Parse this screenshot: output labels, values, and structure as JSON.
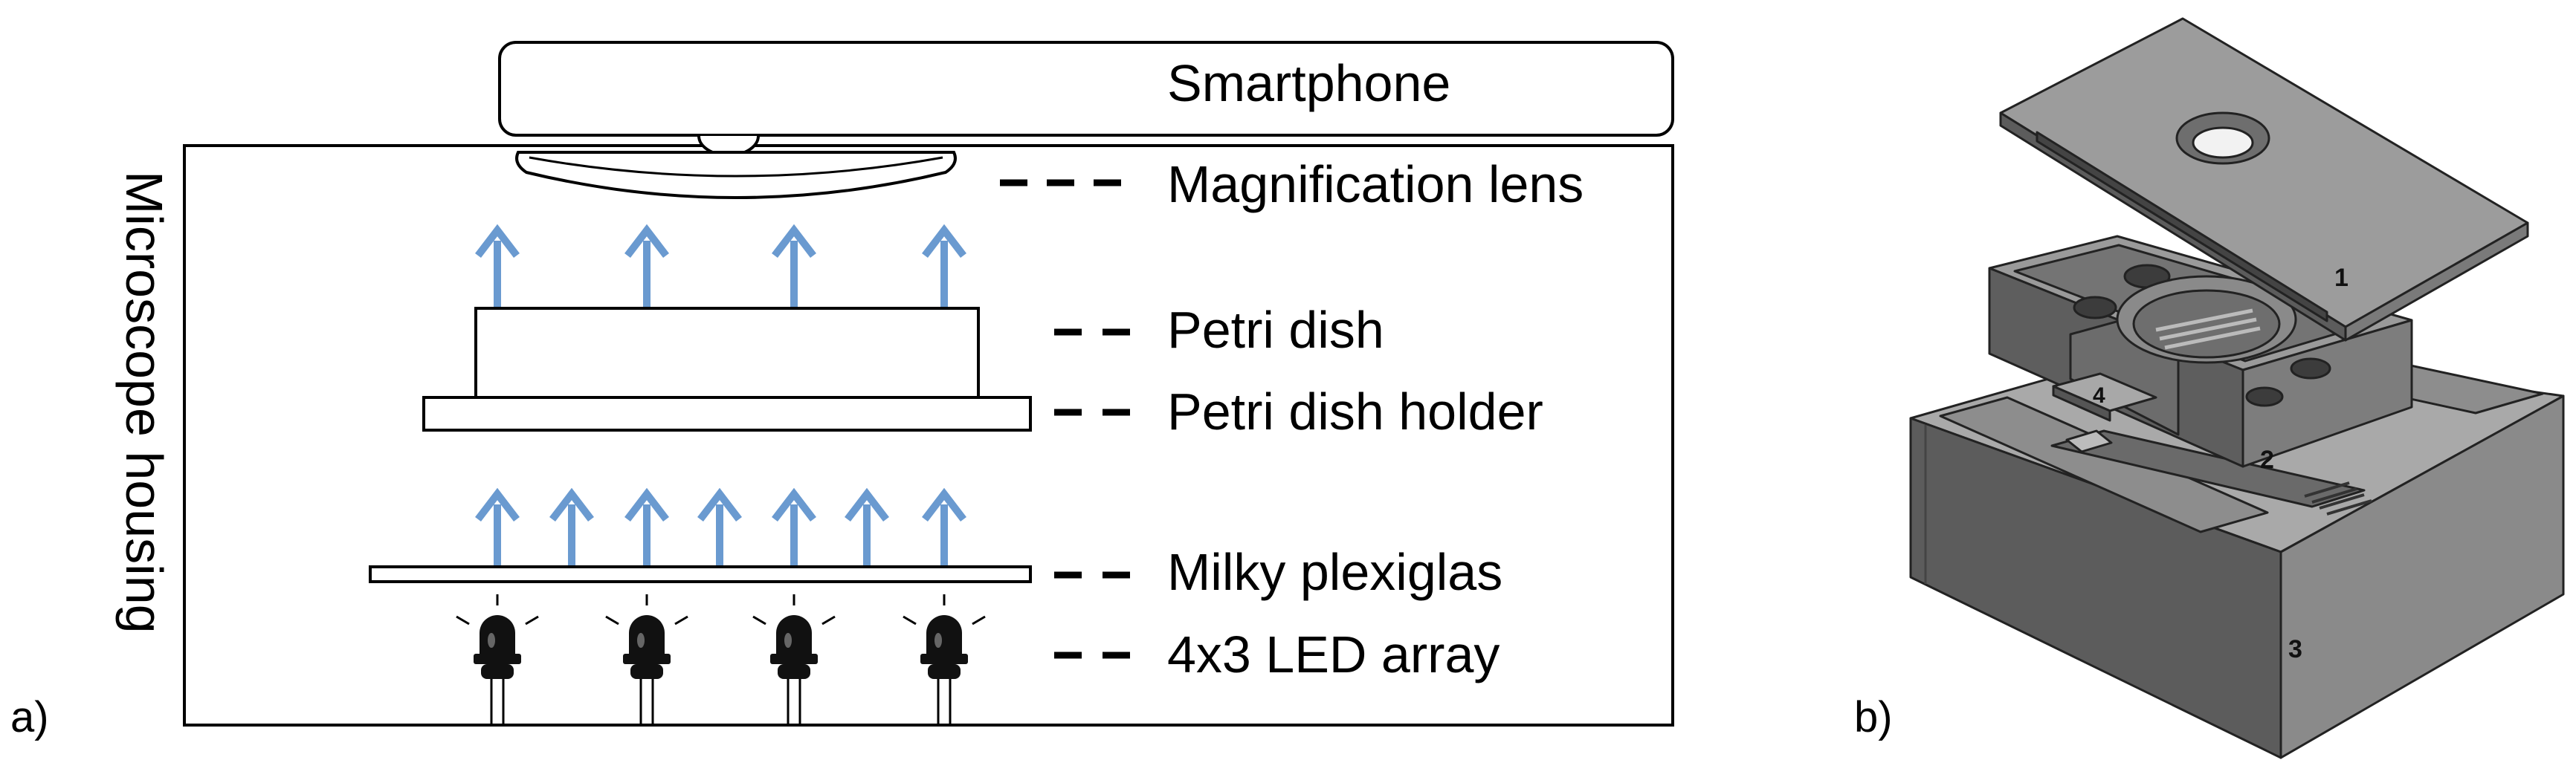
{
  "panel_a": {
    "panel_label": "a)",
    "housing_label": "Microscope housing",
    "labels": {
      "smartphone": "Smartphone",
      "lens": "Magnification lens",
      "petri_dish": "Petri dish",
      "holder": "Petri dish holder",
      "plexiglas": "Milky plexiglas",
      "led_array": "4x3 LED array"
    },
    "arrow_color": "#6a9ad0",
    "led_count": 4,
    "upper_arrow_count": 4,
    "lower_arrow_count": 7
  },
  "panel_b": {
    "panel_label": "b)",
    "part_numbers": [
      "1",
      "2",
      "3",
      "4"
    ],
    "colors": {
      "light": "#9b9b9b",
      "mid": "#767676",
      "dark": "#5a5a5a",
      "edge": "#222222"
    }
  }
}
